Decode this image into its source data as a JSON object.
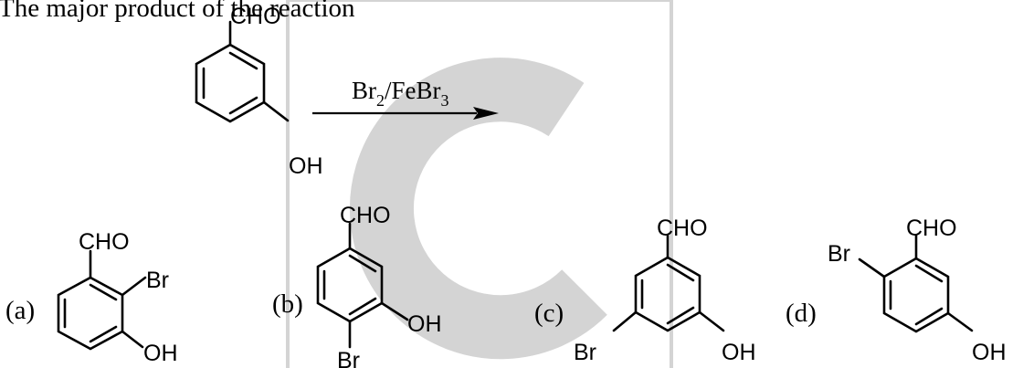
{
  "question": {
    "stem": "The major product of the reaction"
  },
  "reaction": {
    "reagent_main": "Br",
    "reagent_sub1": "2",
    "reagent_sep": "/FeBr",
    "reagent_sub2": "3"
  },
  "reactant": {
    "cho": "CHO",
    "oh": "OH"
  },
  "options": [
    {
      "label": "(a)",
      "cho": "CHO",
      "br": "Br",
      "oh": "OH"
    },
    {
      "label": "(b)",
      "cho": "CHO",
      "br": "Br",
      "oh": "OH"
    },
    {
      "label": "(c)",
      "cho": "CHO",
      "br": "Br",
      "oh": "OH"
    },
    {
      "label": "(d)",
      "cho": "CHO",
      "br": "Br",
      "oh": "OH"
    }
  ],
  "colors": {
    "ink": "#000000",
    "watermark": "#d4d4d4",
    "background": "#ffffff"
  }
}
